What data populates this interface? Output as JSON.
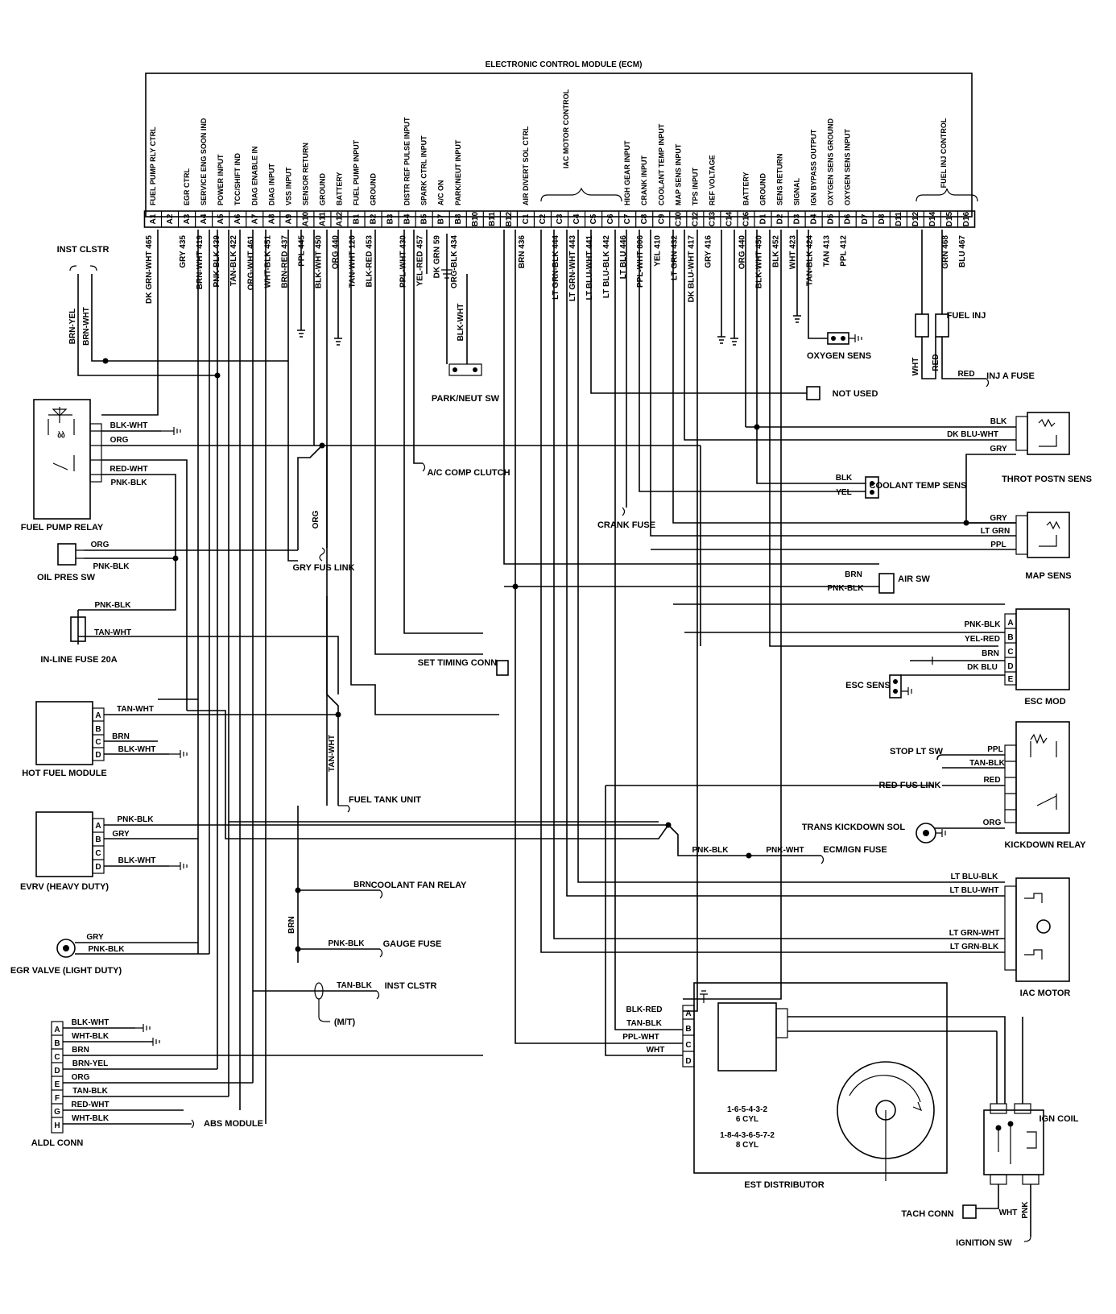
{
  "ecm": {
    "title": "ELECTRONIC CONTROL MODULE (ECM)",
    "iac_group": "IAC MOTOR CONTROL",
    "inj_group": "FUEL INJ CONTROL",
    "pins": [
      {
        "id": "A1",
        "fn": "FUEL PUMP RLY CTRL",
        "wire": "DK GRN-WHT 465"
      },
      {
        "id": "A2",
        "fn": "",
        "wire": ""
      },
      {
        "id": "A3",
        "fn": "EGR CTRL",
        "wire": "GRY 435"
      },
      {
        "id": "A4",
        "fn": "SERVICE ENG SOON IND",
        "wire": "BRN-WHT 419"
      },
      {
        "id": "A5",
        "fn": "POWER INPUT",
        "wire": "PNK-BLK 439"
      },
      {
        "id": "A6",
        "fn": "TCC/SHIFT IND",
        "wire": "TAN-BLK 422"
      },
      {
        "id": "A7",
        "fn": "DIAG ENABLE IN",
        "wire": "ORG-WHT 461"
      },
      {
        "id": "A8",
        "fn": "DIAG INPUT",
        "wire": "WHT-BLK 451"
      },
      {
        "id": "A9",
        "fn": "VSS INPUT",
        "wire": "BRN-RED 437"
      },
      {
        "id": "A10",
        "fn": "SENSOR RETURN",
        "wire": "PPL 445"
      },
      {
        "id": "A11",
        "fn": "GROUND",
        "wire": "BLK-WHT 450"
      },
      {
        "id": "A12",
        "fn": "BATTERY",
        "wire": "ORG 440"
      },
      {
        "id": "B1",
        "fn": "FUEL PUMP INPUT",
        "wire": "TAN-WHT 120"
      },
      {
        "id": "B2",
        "fn": "GROUND",
        "wire": "BLK-RED 453"
      },
      {
        "id": "B3",
        "fn": "",
        "wire": ""
      },
      {
        "id": "B4",
        "fn": "DISTR REF PULSE INPUT",
        "wire": "PPL-WHT 430"
      },
      {
        "id": "B5",
        "fn": "SPARK CTRL INPUT",
        "wire": "YEL-RED 457"
      },
      {
        "id": "B7",
        "fn": "A/C ON",
        "wire": "DK GRN 59"
      },
      {
        "id": "B8",
        "fn": "PARK/NEUT INPUT",
        "wire": "ORG-BLK 434"
      },
      {
        "id": "B10",
        "fn": "",
        "wire": ""
      },
      {
        "id": "B11",
        "fn": "",
        "wire": ""
      },
      {
        "id": "B12",
        "fn": "",
        "wire": ""
      },
      {
        "id": "C1",
        "fn": "AIR DIVERT SOL CTRL",
        "wire": "BRN 436"
      },
      {
        "id": "C2",
        "fn": "",
        "wire": ""
      },
      {
        "id": "C3",
        "fn": "",
        "wire": "LT GRN-BLK 444"
      },
      {
        "id": "C4",
        "fn": "",
        "wire": "LT GRN-WHT 443"
      },
      {
        "id": "C5",
        "fn": "",
        "wire": "LT BLU-WHT 441"
      },
      {
        "id": "C6",
        "fn": "",
        "wire": "LT BLU-BLK 442"
      },
      {
        "id": "C7",
        "fn": "HIGH GEAR INPUT",
        "wire": "LT BLU 446"
      },
      {
        "id": "C8",
        "fn": "CRANK INPUT",
        "wire": "PPL-WHT 806"
      },
      {
        "id": "C9",
        "fn": "COOLANT TEMP INPUT",
        "wire": "YEL 410"
      },
      {
        "id": "C10",
        "fn": "MAP SENS INPUT",
        "wire": "LT GRN 432"
      },
      {
        "id": "C12",
        "fn": "TPS INPUT",
        "wire": "DK BLU-WHT 417"
      },
      {
        "id": "C13",
        "fn": "REF VOLTAGE",
        "wire": "GRY 416"
      },
      {
        "id": "C14",
        "fn": "",
        "wire": ""
      },
      {
        "id": "C16",
        "fn": "BATTERY",
        "wire": "ORG 440"
      },
      {
        "id": "D1",
        "fn": "GROUND",
        "wire": "BLK-WHT 450"
      },
      {
        "id": "D2",
        "fn": "SENS RETURN",
        "wire": "BLK 452"
      },
      {
        "id": "D3",
        "fn": "SIGNAL",
        "wire": "WHT 423"
      },
      {
        "id": "D4",
        "fn": "IGN BYPASS OUTPUT",
        "wire": "TAN-BLK 424"
      },
      {
        "id": "D5",
        "fn": "OXYGEN SENS GROUND",
        "wire": "TAN 413"
      },
      {
        "id": "D6",
        "fn": "OXYGEN SENS INPUT",
        "wire": "PPL 412"
      },
      {
        "id": "D7",
        "fn": "",
        "wire": ""
      },
      {
        "id": "D8",
        "fn": "",
        "wire": ""
      },
      {
        "id": "D11",
        "fn": "",
        "wire": ""
      },
      {
        "id": "D12",
        "fn": "",
        "wire": ""
      },
      {
        "id": "D14",
        "fn": "",
        "wire": ""
      },
      {
        "id": "D15",
        "fn": "",
        "wire": "GRN 468"
      },
      {
        "id": "D16",
        "fn": "",
        "wire": "BLU 467"
      }
    ]
  },
  "components": {
    "inst_clstr_top": "INST CLSTR",
    "fuel_inj": "FUEL INJ",
    "oxygen_sens": "OXYGEN SENS",
    "park_neut_sw": "PARK/NEUT SW",
    "not_used": "NOT USED",
    "inj_a_fuse": "INJ A FUSE",
    "fuel_pump_relay": "FUEL PUMP RELAY",
    "throt_postn_sens": "THROT POSTN SENS",
    "coolant_temp_sens": "COOLANT TEMP SENS",
    "ac_comp_clutch": "A/C COMP CLUTCH",
    "crank_fuse": "CRANK FUSE",
    "oil_pres_sw": "OIL PRES SW",
    "gry_fus_link": "GRY FUS LINK",
    "map_sens": "MAP SENS",
    "air_sw": "AIR SW",
    "in_line_fuse": "IN-LINE FUSE 20A",
    "set_timing_conn": "SET TIMING CONN",
    "esc_mod": "ESC MOD",
    "esc_sens": "ESC SENS",
    "hot_fuel_module": "HOT FUEL MODULE",
    "fuel_tank_unit": "FUEL TANK UNIT",
    "stop_lt_sw": "STOP LT SW",
    "red_fus_link": "RED FUS LINK",
    "trans_kickdown_sol": "TRANS KICKDOWN SOL",
    "kickdown_relay": "KICKDOWN RELAY",
    "evrv": "EVRV (HEAVY DUTY)",
    "ecm_ign_fuse": "ECM/IGN FUSE",
    "coolant_fan_relay": "COOLANT FAN RELAY",
    "iac_motor": "IAC MOTOR",
    "egr_valve": "EGR VALVE (LIGHT DUTY)",
    "gauge_fuse": "GAUGE FUSE",
    "inst_clstr_bottom": "INST CLSTR",
    "mt": "(M/T)",
    "aldl_conn": "ALDL CONN",
    "abs_module": "ABS MODULE",
    "est_distributor": "EST DISTRIBUTOR",
    "firing_6": "1-6-5-4-3-2",
    "cyl_6": "6 CYL",
    "firing_8": "1-8-4-3-6-5-7-2",
    "cyl_8": "8 CYL",
    "ign_coil": "IGN COIL",
    "tach_conn": "TACH CONN",
    "ignition_sw": "IGNITION SW"
  },
  "wire_labels": {
    "brn_yel": "BRN-YEL",
    "brn_wht": "BRN-WHT",
    "blk_wht": "BLK-WHT",
    "org": "ORG",
    "red_wht": "RED-WHT",
    "pnk_blk": "PNK-BLK",
    "tan_wht": "TAN-WHT",
    "brn": "BRN",
    "gry": "GRY",
    "blk_org_vertical": "ORG",
    "tan_wht_vertical": "TAN-WHT",
    "brn_vertical": "BRN",
    "tan_blk": "TAN-BLK",
    "wht_blk": "WHT-BLK",
    "blk_wht_org": "BLK-WHT",
    "ppl_wht": "PPL-WHT",
    "wht": "WHT",
    "blk_red": "BLK-RED",
    "red": "RED",
    "pnk_wht": "PNK-WHT",
    "grn": "GRN",
    "blu": "BLU",
    "blk": "BLK",
    "dk_blu_wht": "DK BLU-WHT",
    "yel": "YEL",
    "lt_grn": "LT GRN",
    "ppl": "PPL",
    "yel_red": "YEL-RED",
    "dk_blu": "DK BLU",
    "lt_blu_blk": "LT BLU-BLK",
    "lt_blu_wht": "LT BLU-WHT",
    "lt_grn_wht": "LT GRN-WHT",
    "lt_grn_blk": "LT GRN-BLK",
    "pnk": "PNK",
    "blk_wht_d": "BLK-WHT",
    "orc_pink": "PNK-BLK"
  },
  "connector_letters": [
    "A",
    "B",
    "C",
    "D",
    "E",
    "F",
    "G",
    "H"
  ]
}
